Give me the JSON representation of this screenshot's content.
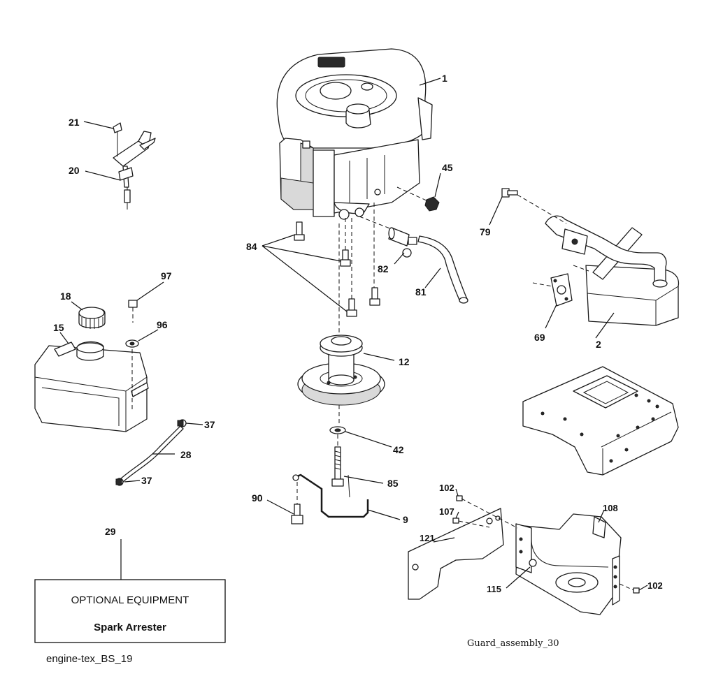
{
  "callouts": {
    "c1": "1",
    "c2": "2",
    "c9": "9",
    "c12": "12",
    "c15": "15",
    "c18": "18",
    "c20": "20",
    "c21": "21",
    "c28": "28",
    "c29": "29",
    "c37a": "37",
    "c37b": "37",
    "c42": "42",
    "c45": "45",
    "c69": "69",
    "c79": "79",
    "c81": "81",
    "c82": "82",
    "c84": "84",
    "c85": "85",
    "c90": "90",
    "c96": "96",
    "c97": "97",
    "c102a": "102",
    "c102b": "102",
    "c107": "107",
    "c108": "108",
    "c115": "115",
    "c121": "121"
  },
  "optional_box": {
    "title": "OPTIONAL EQUIPMENT",
    "item": "Spark Arrester"
  },
  "captions": {
    "guard": "Guard_assembly_30",
    "engine": "engine-tex_BS_19"
  }
}
